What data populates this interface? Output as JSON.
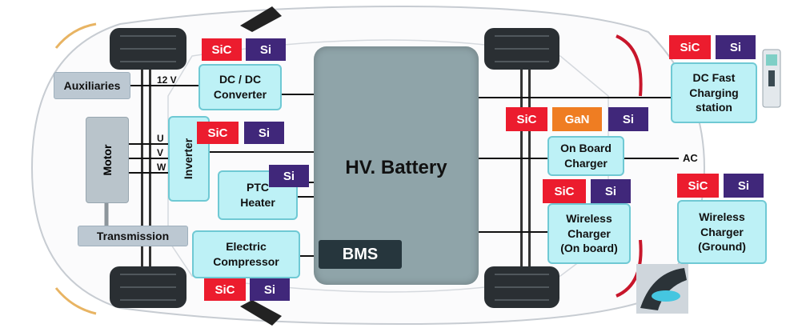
{
  "battery": {
    "title": "HV. Battery",
    "bms": "BMS"
  },
  "components": {
    "auxiliaries": "Auxiliaries",
    "motor": "Motor",
    "transmission": "Transmission",
    "dcdc": [
      "DC / DC",
      "Converter"
    ],
    "inverter": "Inverter",
    "ptc": [
      "PTC",
      "Heater"
    ],
    "compressor": [
      "Electric",
      "Compressor"
    ],
    "obc": [
      "On Board",
      "Charger"
    ],
    "wireless_onboard": [
      "Wireless",
      "Charger",
      "(On board)"
    ],
    "wireless_ground": [
      "Wireless",
      "Charger",
      "(Ground)"
    ],
    "dc_fast": [
      "DC Fast",
      "Charging",
      "station"
    ]
  },
  "labels": {
    "v12": "12 V",
    "u": "U",
    "v": "V",
    "w": "W",
    "ac": "AC"
  },
  "tags": {
    "sic": "SiC",
    "si": "Si",
    "gan": "GaN"
  },
  "colors": {
    "sic": "#ec1c2e",
    "si": "#40277a",
    "gan": "#ef7d22",
    "box": "#bdf1f6",
    "battery": "#8fa4a9",
    "bms": "#26363d"
  }
}
